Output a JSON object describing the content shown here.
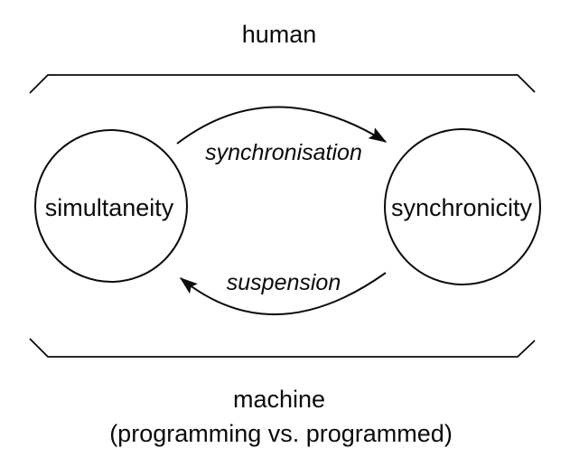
{
  "diagram": {
    "top_domain": {
      "label": "human"
    },
    "bottom_domain": {
      "label": "machine",
      "sublabel": "(programming vs. programmed)"
    },
    "nodes": {
      "left": "simultaneity",
      "right": "synchronicity"
    },
    "arrows": {
      "forward": "synchronisation",
      "backward": "suspension"
    },
    "colors": {
      "ink": "#0b0b0b",
      "background": "#ffffff"
    }
  }
}
